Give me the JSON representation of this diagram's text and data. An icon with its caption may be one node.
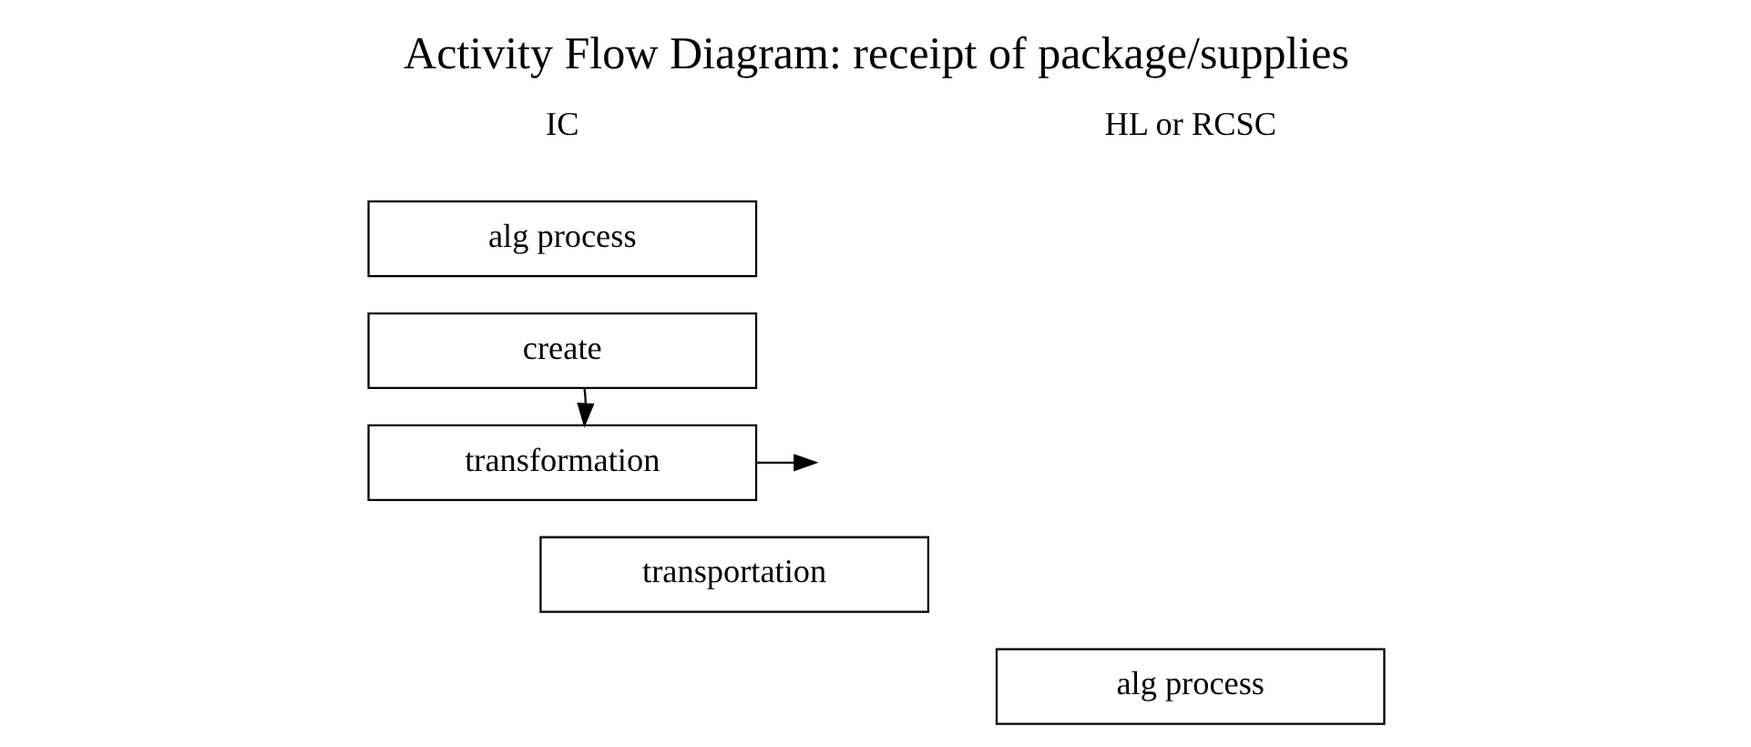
{
  "diagram": {
    "title": "Activity Flow Diagram: receipt of package/supplies",
    "nodes": [
      {
        "text": [
          "alg process"
        ]
      },
      {
        "text": [
          "create"
        ]
      },
      {
        "text": [
          "transformation"
        ]
      },
      {
        "text": [
          "transportation"
        ]
      },
      {
        "text": [
          "alg process"
        ]
      }
    ],
    "edges": [
      {
        "from": 1,
        "to": 2,
        "arrow": "to"
      },
      {
        "from": 2,
        "to": null,
        "arrow": "to"
      }
    ],
    "labels": [
      "IC",
      "HL or RCSC"
    ]
  }
}
